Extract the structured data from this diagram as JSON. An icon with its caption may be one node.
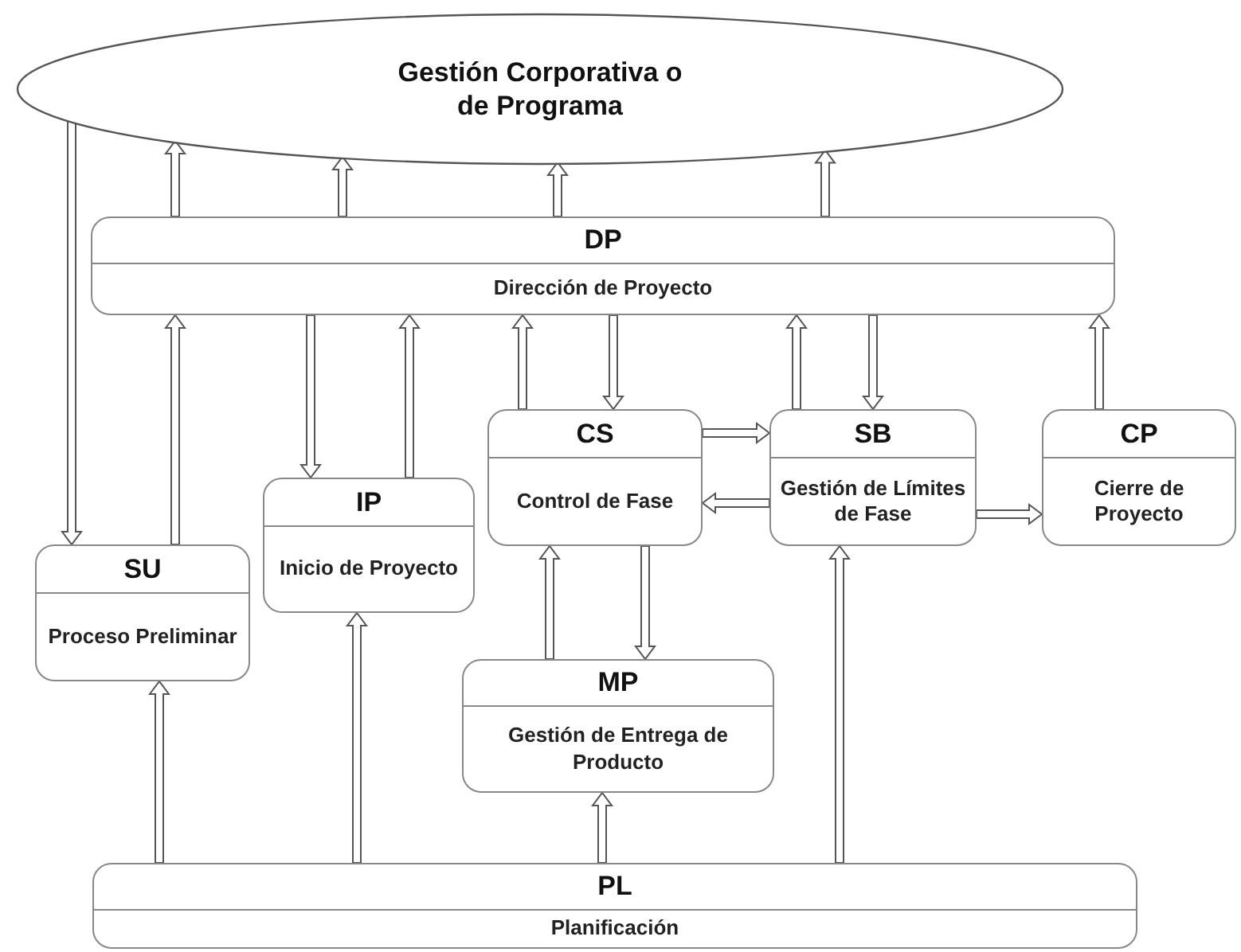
{
  "diagram": {
    "nodes": [
      {
        "text": [
          "Gestión Corporativa o de Programa"
        ]
      },
      {
        "text": [
          "DP",
          "Dirección de Proyecto"
        ]
      },
      {
        "text": [
          "CS",
          "Control de Fase"
        ]
      },
      {
        "text": [
          "SB",
          "Gestión de Límites de Fase"
        ]
      },
      {
        "text": [
          "CP",
          "Cierre de Proyecto"
        ]
      },
      {
        "text": [
          "IP",
          "Inicio de Proyecto"
        ]
      },
      {
        "text": [
          "SU",
          "Proceso Preliminar"
        ]
      },
      {
        "text": [
          "MP",
          "Gestión de Entrega de Producto"
        ]
      },
      {
        "text": [
          "PL",
          "Planificación"
        ]
      }
    ],
    "edges": [
      {
        "from": 0,
        "to": 6,
        "arrow": "to"
      },
      {
        "from": 1,
        "to": 0,
        "arrow": "to"
      },
      {
        "from": 1,
        "to": 0,
        "arrow": "to"
      },
      {
        "from": 1,
        "to": 0,
        "arrow": "to"
      },
      {
        "from": 1,
        "to": 0,
        "arrow": "to"
      },
      {
        "from": 6,
        "to": 1,
        "arrow": "to"
      },
      {
        "from": 1,
        "to": 5,
        "arrow": "to"
      },
      {
        "from": 5,
        "to": 1,
        "arrow": "to"
      },
      {
        "from": 2,
        "to": 1,
        "arrow": "to"
      },
      {
        "from": 1,
        "to": 2,
        "arrow": "to"
      },
      {
        "from": 3,
        "to": 1,
        "arrow": "to"
      },
      {
        "from": 1,
        "to": 3,
        "arrow": "to"
      },
      {
        "from": 4,
        "to": 1,
        "arrow": "to"
      },
      {
        "from": 2,
        "to": 3,
        "arrow": "to"
      },
      {
        "from": 3,
        "to": 2,
        "arrow": "to"
      },
      {
        "from": 3,
        "to": 4,
        "arrow": "to"
      },
      {
        "from": 7,
        "to": 2,
        "arrow": "to"
      },
      {
        "from": 2,
        "to": 7,
        "arrow": "to"
      },
      {
        "from": 8,
        "to": 6,
        "arrow": "to"
      },
      {
        "from": 8,
        "to": 5,
        "arrow": "to"
      },
      {
        "from": 8,
        "to": 7,
        "arrow": "to"
      },
      {
        "from": 8,
        "to": 3,
        "arrow": "to"
      }
    ]
  }
}
